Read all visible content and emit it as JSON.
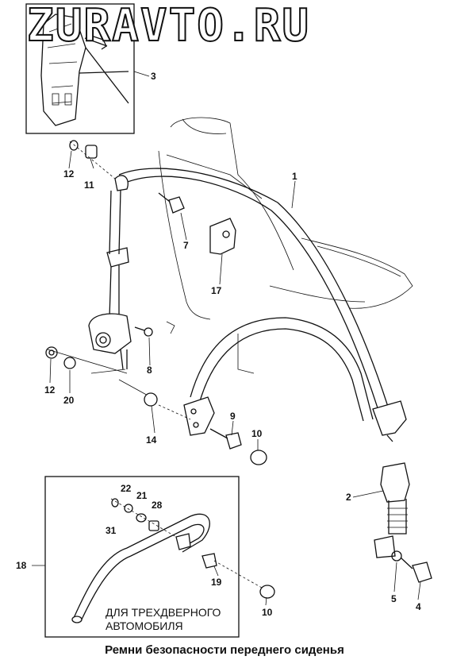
{
  "watermark": "ZURAVTO.RU",
  "caption": "Ремни безопасности переднего сиденья",
  "note": {
    "line1": "ДЛЯ ТРЕХДВЕРНОГО",
    "line2": "АВТОМОБИЛЯ"
  },
  "callouts": {
    "c1": "1",
    "c2": "2",
    "c3": "3",
    "c4": "4",
    "c5": "5",
    "c7": "7",
    "c8": "8",
    "c9": "9",
    "c10a": "10",
    "c10b": "10",
    "c11": "11",
    "c12a": "12",
    "c12b": "12",
    "c14": "14",
    "c17": "17",
    "c18": "18",
    "c19": "19",
    "c20": "20",
    "c21": "21",
    "c22": "22",
    "c28": "28",
    "c31": "31"
  }
}
